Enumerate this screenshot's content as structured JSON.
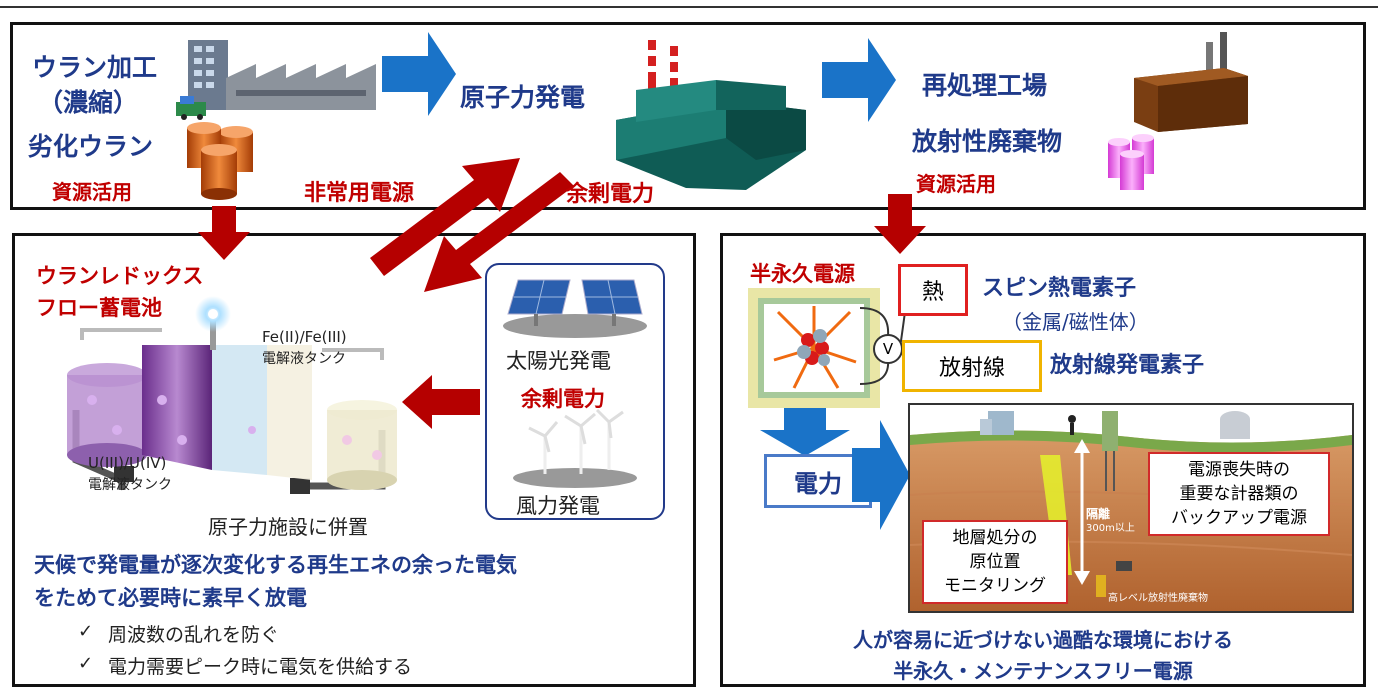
{
  "top": {
    "uranium_processing": "ウラン加工",
    "enrichment": "（濃縮）",
    "depleted_uranium": "劣化ウラン",
    "resource_use_left": "資源活用",
    "nuclear_power": "原子力発電",
    "reprocessing_plant": "再処理工場",
    "radioactive_waste": "放射性廃棄物",
    "resource_use_right": "資源活用",
    "emergency_power": "非常用電源",
    "surplus_power_top": "余剰電力"
  },
  "left_panel": {
    "battery_title_1": "ウランレドックス",
    "battery_title_2": "フロー蓄電池",
    "fe_tank_1": "Fe(II)/Fe(III)",
    "fe_tank_2": "電解液タンク",
    "u_tank_1": "U(III)/U(IV)",
    "u_tank_2": "電解液タンク",
    "colocation": "原子力施設に併置",
    "solar": "太陽光発電",
    "surplus_power": "余剰電力",
    "wind": "風力発電",
    "summary_1": "天候で発電量が逐次変化する再生エネの余った電気",
    "summary_2": "をためて必要時に素早く放電",
    "check_mark": "✓",
    "bullet_1": "周波数の乱れを防ぐ",
    "bullet_2": "電力需要ピーク時に電気を供給する"
  },
  "right_panel": {
    "semi_permanent": "半永久電源",
    "heat": "熱",
    "spin_element": "スピン熱電素子",
    "spin_sub": "（金属/磁性体）",
    "radiation": "放射線",
    "radiation_element": "放射線発電素子",
    "voltmeter": "V",
    "electricity": "電力",
    "backup_1": "電源喪失時の",
    "backup_2": "重要な計器類の",
    "backup_3": "バックアップ電源",
    "monitor_1": "地層処分の",
    "monitor_2": "原位置",
    "monitor_3": "モニタリング",
    "isolation": "隔離",
    "depth": "300m以上",
    "hlw": "高レベル放射性廃棄物",
    "summary_1": "人が容易に近づけない過酷な環境における",
    "summary_2": "半永久・メンテナンスフリー電源"
  },
  "colors": {
    "navy": "#1f3a8a",
    "red": "#c00000",
    "arrow_blue": "#1a73c8",
    "arrow_red": "#b50000"
  }
}
